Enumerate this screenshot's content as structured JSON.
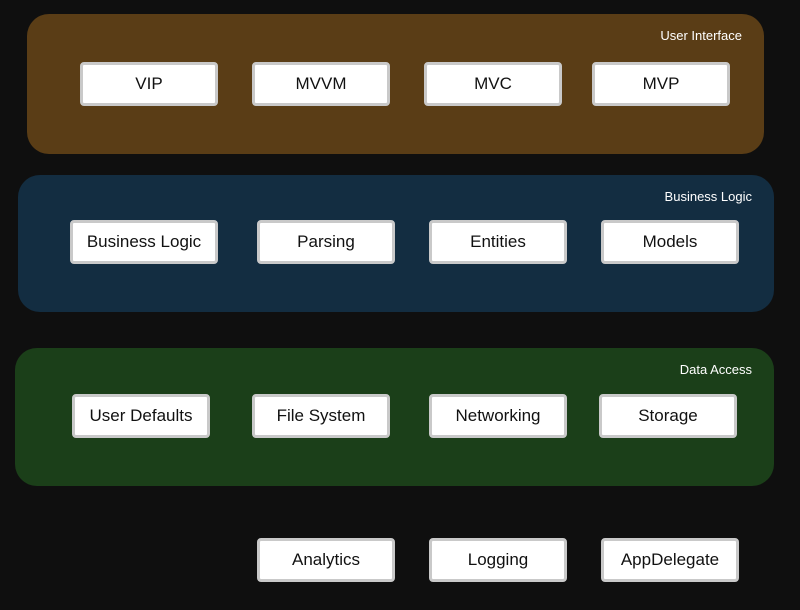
{
  "layers": {
    "user_interface": {
      "title": "User Interface",
      "items": [
        "VIP",
        "MVVM",
        "MVC",
        "MVP"
      ],
      "color": "#5a3d16"
    },
    "business_logic": {
      "title": "Business Logic",
      "items": [
        "Business Logic",
        "Parsing",
        "Entities",
        "Models"
      ],
      "color": "#132d41"
    },
    "data_access": {
      "title": "Data Access",
      "items": [
        "User Defaults",
        "File System",
        "Networking",
        "Storage"
      ],
      "color": "#1b3f19"
    }
  },
  "utilities": {
    "items": [
      "Analytics",
      "Logging",
      "AppDelegate"
    ]
  },
  "colors": {
    "background": "#0f0f0f",
    "box_fill": "#ffffff",
    "box_border": "#c9c9c9"
  }
}
